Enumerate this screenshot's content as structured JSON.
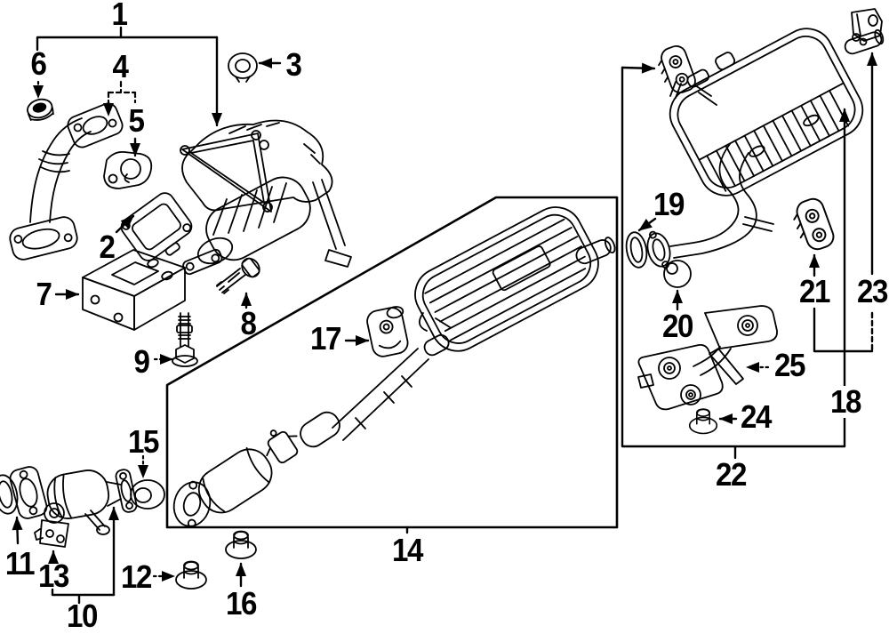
{
  "meta": {
    "description": "Automotive exhaust system exploded parts diagram",
    "background_color": "#ffffff",
    "line_color": "#000000"
  },
  "callouts": [
    {
      "number": "1"
    },
    {
      "number": "2"
    },
    {
      "number": "3"
    },
    {
      "number": "4"
    },
    {
      "number": "5"
    },
    {
      "number": "6"
    },
    {
      "number": "7"
    },
    {
      "number": "8"
    },
    {
      "number": "9"
    },
    {
      "number": "10"
    },
    {
      "number": "11"
    },
    {
      "number": "12"
    },
    {
      "number": "13"
    },
    {
      "number": "14"
    },
    {
      "number": "15"
    },
    {
      "number": "16"
    },
    {
      "number": "17"
    },
    {
      "number": "18"
    },
    {
      "number": "19"
    },
    {
      "number": "20"
    },
    {
      "number": "21"
    },
    {
      "number": "22"
    },
    {
      "number": "23"
    },
    {
      "number": "24"
    },
    {
      "number": "25"
    }
  ]
}
